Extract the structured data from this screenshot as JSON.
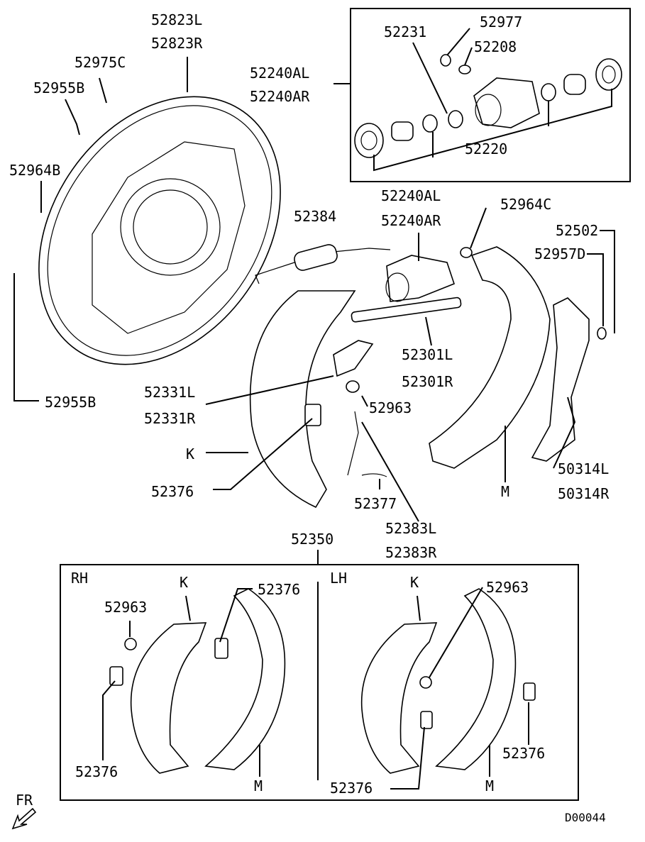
{
  "diagram": {
    "labels": {
      "backing_plate_l": "52823L",
      "backing_plate_r": "52823R",
      "bolt": "52975C",
      "plug_top": "52955B",
      "pin": "52964B",
      "plug_bottom": "52955B",
      "wheel_cyl_top_l": "52240AL",
      "wheel_cyl_top_r": "52240AR",
      "kit_52231": "52231",
      "kit_52977": "52977",
      "kit_52208": "52208",
      "kit_52220": "52220",
      "wheel_cyl_mid_l": "52240AL",
      "wheel_cyl_mid_r": "52240AR",
      "clip_52964c": "52964C",
      "spring_52384": "52384",
      "clip_52502": "52502",
      "washer_52957d": "52957D",
      "strut_l": "52301L",
      "strut_r": "52301R",
      "lever_l": "52331L",
      "lever_r": "52331R",
      "washer_52963": "52963",
      "shoe_k": "K",
      "retainer_52376": "52376",
      "spring_52377": "52377",
      "shoe_m": "M",
      "park_lever_l": "50314L",
      "park_lever_r": "50314R",
      "spring_l": "52383L",
      "spring_r": "52383R",
      "shoe_set": "52350"
    },
    "kit_box": {
      "rh": "RH",
      "lh": "LH",
      "rh_k": "K",
      "rh_52376_top": "52376",
      "rh_52963": "52963",
      "rh_52376_bottom": "52376",
      "rh_m": "M",
      "lh_k": "K",
      "lh_52963": "52963",
      "lh_52376_left": "52376",
      "lh_m": "M",
      "lh_52376_right": "52376"
    },
    "direction": "FR",
    "diagram_code": "D00044"
  }
}
